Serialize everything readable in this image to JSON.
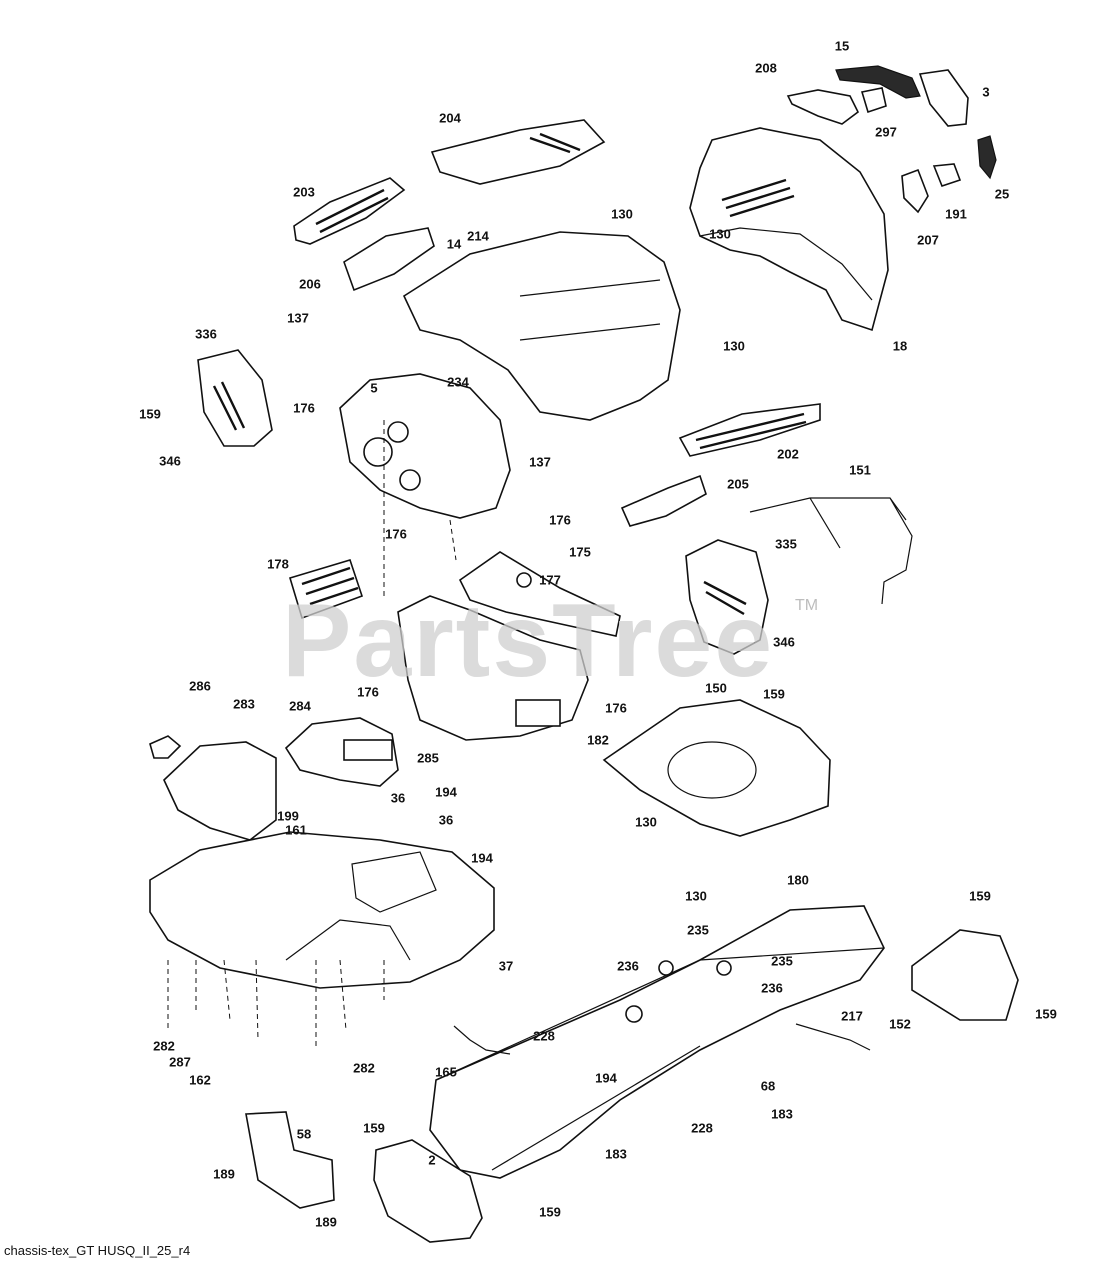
{
  "diagram": {
    "watermark": "PartsTree",
    "trademark": "TM",
    "footer_code": "chassis-tex_GT HUSQ_II_25_r4",
    "callouts": [
      "15",
      "208",
      "3",
      "297",
      "25",
      "204",
      "130",
      "191",
      "203",
      "214",
      "14",
      "207",
      "130",
      "206",
      "130",
      "18",
      "137",
      "336",
      "234",
      "5",
      "176",
      "159",
      "137",
      "346",
      "202",
      "176",
      "151",
      "205",
      "176",
      "177",
      "175",
      "178",
      "335",
      "346",
      "159",
      "176",
      "150",
      "176",
      "182",
      "286",
      "283",
      "284",
      "285",
      "36",
      "194",
      "199",
      "161",
      "36",
      "130",
      "194",
      "130",
      "180",
      "159",
      "235",
      "37",
      "236",
      "235",
      "236",
      "228",
      "217",
      "152",
      "159",
      "282",
      "287",
      "282",
      "194",
      "68",
      "165",
      "162",
      "228",
      "183",
      "159",
      "58",
      "183",
      "2",
      "189",
      "159",
      "189"
    ]
  }
}
